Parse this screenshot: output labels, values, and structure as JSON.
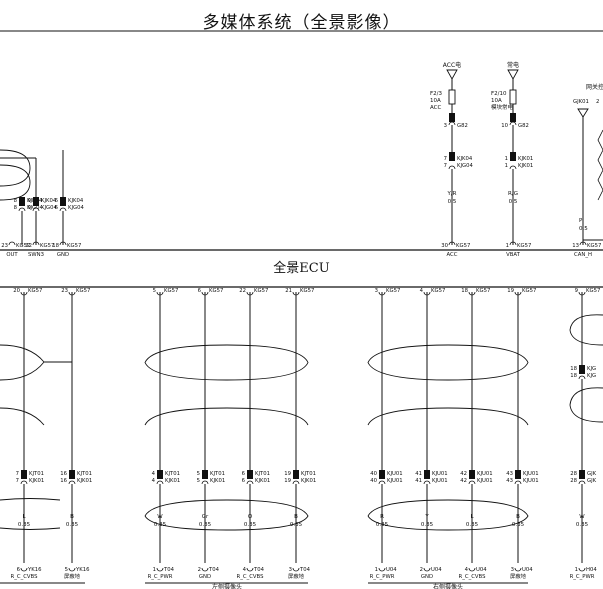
{
  "title": "多媒体系统（全景影像）",
  "ecu_label": "全景ECU",
  "top_left": {
    "connectors": [
      {
        "pin": "8",
        "conn": "KJK04",
        "pin2": "8",
        "conn2": "KJG04"
      },
      {
        "pin": "9",
        "conn": "KJK04",
        "pin2": "9",
        "conn2": "KJG04"
      },
      {
        "pin": "6",
        "conn": "KJK04",
        "pin2": "6",
        "conn2": "KJG04"
      }
    ],
    "ecu_pins": [
      {
        "pin": "23",
        "conn": "KG57",
        "sig": "OUT"
      },
      {
        "pin": "32",
        "conn": "KG57",
        "sig": "SWN3"
      },
      {
        "pin": "18",
        "conn": "KG57",
        "sig": "GND"
      }
    ]
  },
  "power": [
    {
      "source": "ACC电",
      "fuse": "F2/3",
      "amp": "10A",
      "fuse_name": "ACC",
      "splice": "G82",
      "splice_pin": "3",
      "conn_pin": "7",
      "conn_a": "KJK04",
      "conn_b": "KJG04",
      "wire_color": "Y/R",
      "wire_size": "0.5",
      "ecu_pin": "30",
      "ecu_conn": "KG57",
      "signal": "ACC"
    },
    {
      "source": "常电",
      "fuse": "F2/10",
      "amp": "10A",
      "fuse_name": "模块常电",
      "splice": "G82",
      "splice_pin": "10",
      "conn_pin": "1",
      "conn_a": "KJK01",
      "conn_b": "KJK01",
      "wire_color": "R/G",
      "wire_size": "0.5",
      "ecu_pin": "1",
      "ecu_conn": "KG57",
      "signal": "VBAT"
    }
  ],
  "right_edge": {
    "gateway": "网关控",
    "conn_label": "GJK01",
    "conn_pin": "2",
    "wire_color": "P",
    "wire_size": "0.5",
    "ecu_pin": "13",
    "ecu_conn": "KG57",
    "signal": "CAN_H"
  },
  "camera_groups": [
    {
      "name": "",
      "wires": [
        {
          "ecu_pin": "20",
          "ecu_conn": "KG57",
          "conn_pin": "7",
          "conn_a": "KJT01",
          "conn_b": "KJK01",
          "color": "L",
          "size": "0.35",
          "cam_pin": "6",
          "cam_conn": "YK16",
          "cam_sig": "R_C_CVBS"
        },
        {
          "ecu_pin": "23",
          "ecu_conn": "KG57",
          "conn_pin": "16",
          "conn_a": "KJT01",
          "conn_b": "KJK01",
          "color": "B",
          "size": "0.35",
          "cam_pin": "5",
          "cam_conn": "YK16",
          "cam_sig": "屏蔽地"
        }
      ]
    },
    {
      "name": "左侧摄像头",
      "wires": [
        {
          "ecu_pin": "5",
          "ecu_conn": "KG57",
          "conn_pin": "4",
          "conn_a": "KJT01",
          "conn_b": "KJK01",
          "color": "W",
          "size": "0.35",
          "cam_pin": "1",
          "cam_conn": "T04",
          "cam_sig": "R_C_PWR"
        },
        {
          "ecu_pin": "6",
          "ecu_conn": "KG57",
          "conn_pin": "5",
          "conn_a": "KJT01",
          "conn_b": "KJK01",
          "color": "Gr",
          "size": "0.35",
          "cam_pin": "2",
          "cam_conn": "T04",
          "cam_sig": "GND"
        },
        {
          "ecu_pin": "22",
          "ecu_conn": "KG57",
          "conn_pin": "6",
          "conn_a": "KJT01",
          "conn_b": "KJK01",
          "color": "O",
          "size": "0.35",
          "cam_pin": "4",
          "cam_conn": "T04",
          "cam_sig": "R_C_CVBS"
        },
        {
          "ecu_pin": "21",
          "ecu_conn": "KG57",
          "conn_pin": "19",
          "conn_a": "KJT01",
          "conn_b": "KJK01",
          "color": "B",
          "size": "0.35",
          "cam_pin": "3",
          "cam_conn": "T04",
          "cam_sig": "屏蔽地"
        }
      ]
    },
    {
      "name": "右侧摄像头",
      "wires": [
        {
          "ecu_pin": "3",
          "ecu_conn": "KG57",
          "conn_pin": "40",
          "conn_a": "KJU01",
          "conn_b": "KJU01",
          "color": "R",
          "size": "0.35",
          "cam_pin": "1",
          "cam_conn": "U04",
          "cam_sig": "R_C_PWR"
        },
        {
          "ecu_pin": "4",
          "ecu_conn": "KG57",
          "conn_pin": "41",
          "conn_a": "KJU01",
          "conn_b": "KJU01",
          "color": "Y",
          "size": "0.35",
          "cam_pin": "2",
          "cam_conn": "U04",
          "cam_sig": "GND"
        },
        {
          "ecu_pin": "18",
          "ecu_conn": "KG57",
          "conn_pin": "42",
          "conn_a": "KJU01",
          "conn_b": "KJU01",
          "color": "L",
          "size": "0.35",
          "cam_pin": "4",
          "cam_conn": "U04",
          "cam_sig": "R_C_CVBS"
        },
        {
          "ecu_pin": "19",
          "ecu_conn": "KG57",
          "conn_pin": "43",
          "conn_a": "KJU01",
          "conn_b": "KJU01",
          "color": "B",
          "size": "0.35",
          "cam_pin": "3",
          "cam_conn": "U04",
          "cam_sig": "屏蔽地"
        }
      ]
    },
    {
      "name": "",
      "wires": [
        {
          "ecu_pin": "9",
          "ecu_conn": "KG57",
          "conn_pin": "18",
          "conn_a": "KJG",
          "conn_b": "KJG",
          "color": "",
          "size": "",
          "cam_pin": "",
          "cam_conn": "",
          "cam_sig": ""
        },
        {
          "ecu_pin": "",
          "ecu_conn": "",
          "conn_pin": "28",
          "conn_a": "GJK",
          "conn_b": "GJK",
          "color": "W",
          "size": "0.35",
          "cam_pin": "1",
          "cam_conn": "H04",
          "cam_sig": "R_C_PWR"
        }
      ]
    }
  ]
}
